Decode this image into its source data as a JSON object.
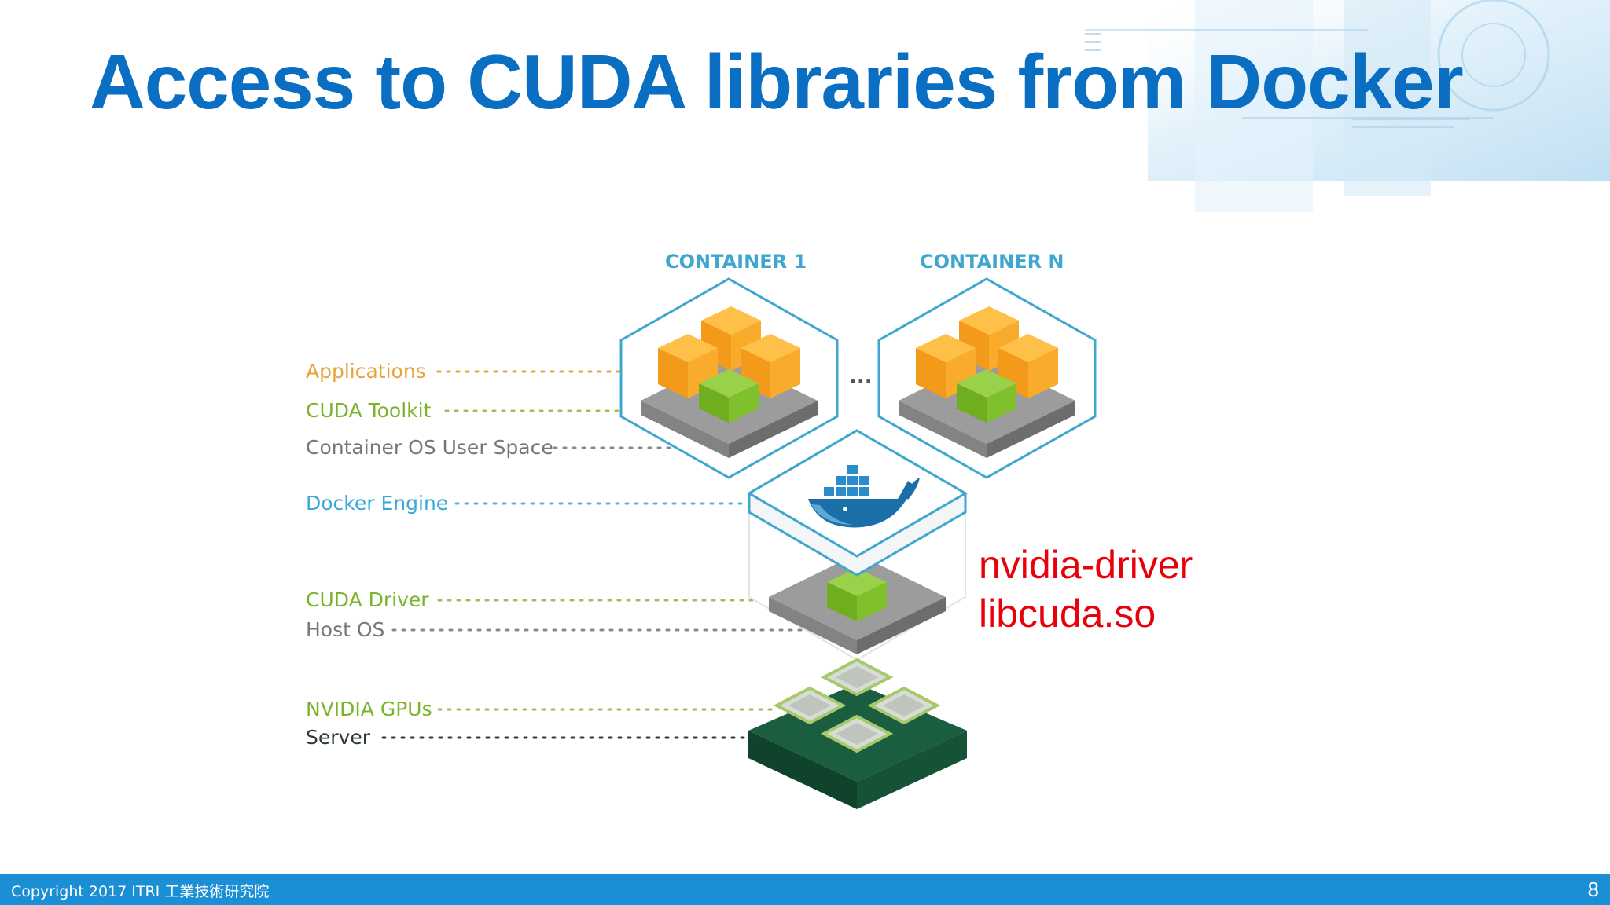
{
  "slide": {
    "title": "Access to CUDA libraries from Docker"
  },
  "diagram": {
    "container_labels": [
      "CONTAINER 1",
      "CONTAINER N"
    ],
    "ellipsis": "...",
    "layer_labels": [
      {
        "text": "Applications",
        "color": "#e8a33a"
      },
      {
        "text": "CUDA Toolkit",
        "color": "#7bb42c"
      },
      {
        "text": "Container OS User Space",
        "color": "#777777"
      },
      {
        "text": "Docker Engine",
        "color": "#3ba8d8"
      },
      {
        "text": "CUDA Driver",
        "color": "#7bb42c"
      },
      {
        "text": "Host OS",
        "color": "#777777"
      },
      {
        "text": "NVIDIA GPUs",
        "color": "#7bb42c"
      },
      {
        "text": "Server",
        "color": "#2d3a35"
      }
    ]
  },
  "annotation": {
    "line1": "nvidia-driver",
    "line2": "libcuda.so",
    "color": "#e8000b"
  },
  "footer": {
    "copyright": "Copyright 2017  ITRI 工業技術研究院",
    "page_number": "8"
  }
}
